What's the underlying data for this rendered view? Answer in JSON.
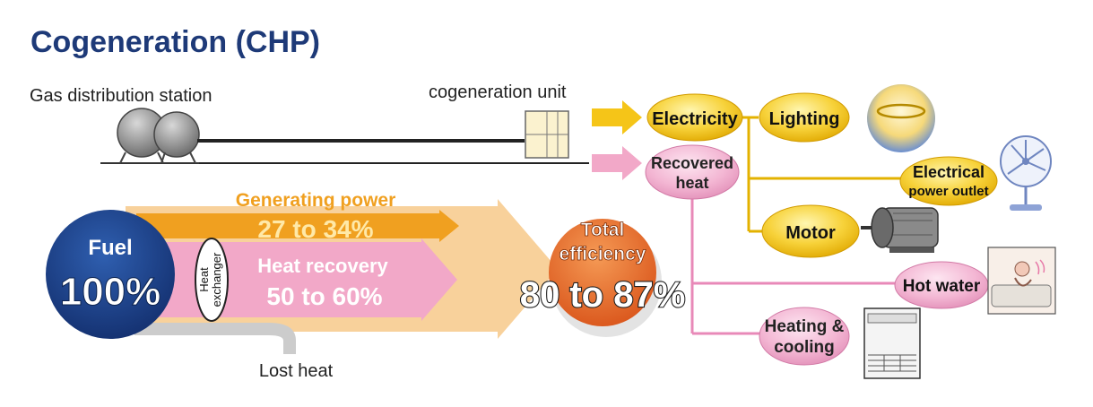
{
  "title": "Cogeneration (CHP)",
  "labels": {
    "gas_station": "Gas distribution station",
    "cogen_unit": "cogeneration unit",
    "lost_heat": "Lost heat"
  },
  "fuel": {
    "label": "Fuel",
    "value": "100%"
  },
  "heat_exchanger": {
    "line1": "Heat",
    "line2": "exchanger"
  },
  "generating_power": {
    "label": "Generating power",
    "value": "27 to 34%"
  },
  "heat_recovery": {
    "label": "Heat recovery",
    "value": "50 to 60%"
  },
  "total_efficiency": {
    "line1": "Total",
    "line2": "efficiency",
    "value": "80 to 87%"
  },
  "outputs": {
    "electricity": "Electricity",
    "recovered_heat_1": "Recovered",
    "recovered_heat_2": "heat",
    "lighting": "Lighting",
    "power_outlet_1": "Electrical",
    "power_outlet_2": "power outlet",
    "motor": "Motor",
    "hot_water": "Hot water",
    "heating_1": "Heating &",
    "heating_2": "cooling"
  },
  "colors": {
    "title": "#1e3a78",
    "fuel_circle": "#1c3f8c",
    "power_band": "#f0a020",
    "heat_band": "#f2a8c8",
    "big_arrow": "#f7c98a",
    "efficiency_circle": "#e8651e",
    "electric_node": "#f5c518",
    "heat_node": "#f0b3d0",
    "heat_line": "#e889b8",
    "electric_line": "#e3b200"
  }
}
